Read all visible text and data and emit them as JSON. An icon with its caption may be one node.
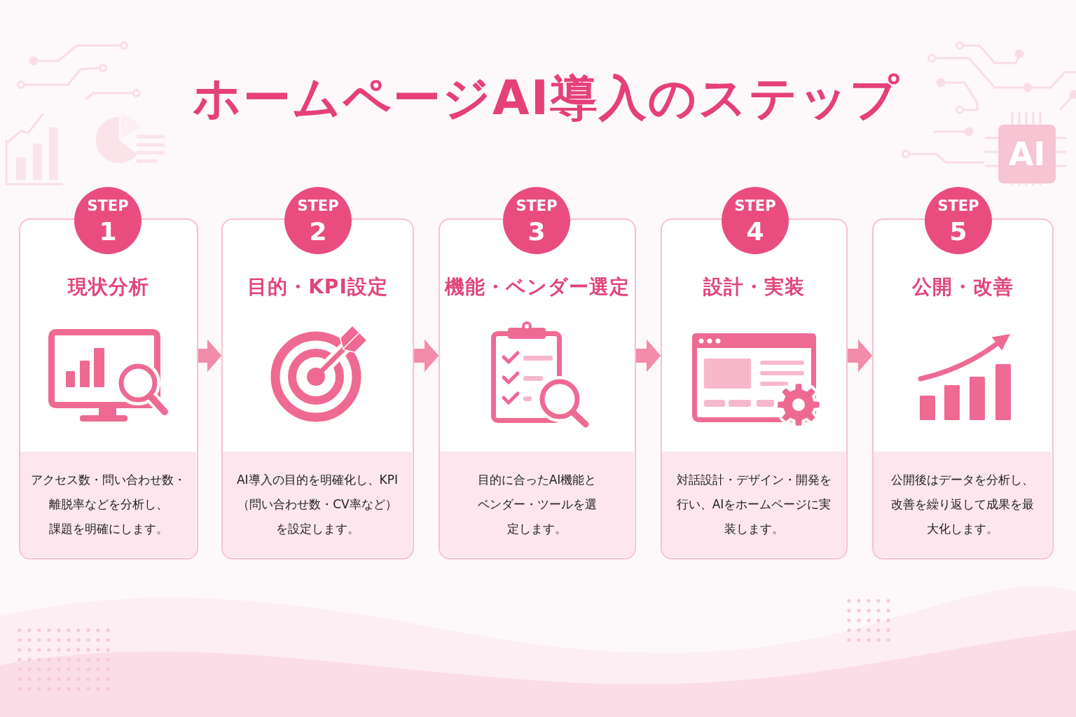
{
  "diagram": {
    "title": "ホームページAI導入のステップ",
    "nodes": [
      {
        "text": [
          "AI"
        ]
      },
      {
        "text": [
          "STEP",
          "1"
        ]
      },
      {
        "text": [
          "現状分析"
        ]
      },
      {
        "text": [
          "アクセス数・問い合わせ数・離脱率などを分析し、課題を明確にします。"
        ],
        "in": 2
      },
      {
        "text": [
          "STEP",
          "2"
        ]
      },
      {
        "text": [
          "目的・KPI設定"
        ]
      },
      {
        "text": [
          "AI導入の目的を明確化し、KPI（問い合わせ数・CV率など）を設定します。"
        ],
        "in": 5
      },
      {
        "text": [
          "STEP",
          "3"
        ]
      },
      {
        "text": [
          "機能・ベンダー選定"
        ]
      },
      {
        "text": [
          "目的に合ったAI機能とベンダー・ツールを選定します。"
        ],
        "in": 8
      },
      {
        "text": [
          "STEP",
          "4"
        ]
      },
      {
        "text": [
          "設計・実装"
        ]
      },
      {
        "text": [
          "対話設計・デザイン・開発を行い、AIをホームページに実装します。"
        ],
        "in": 11
      },
      {
        "text": [
          "STEP",
          "5"
        ]
      },
      {
        "text": [
          "公開・改善"
        ]
      },
      {
        "text": [
          "公開後はデータを分析し、改善を繰り返して成果を最大化します。"
        ],
        "in": 14
      }
    ],
    "edges": [
      {
        "from": 2,
        "to": 5,
        "arrow": "to"
      },
      {
        "from": 5,
        "to": 8,
        "arrow": "to"
      },
      {
        "from": 8,
        "to": 11,
        "arrow": "to"
      },
      {
        "from": 11,
        "to": 14,
        "arrow": "to"
      }
    ]
  }
}
